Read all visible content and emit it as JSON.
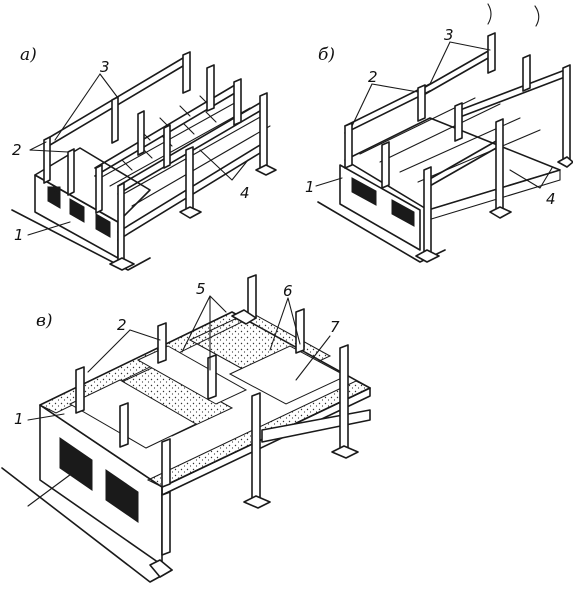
{
  "panels": [
    {
      "id": "a",
      "label": "а)"
    },
    {
      "id": "b",
      "label": "б)"
    },
    {
      "id": "v",
      "label": "в)"
    }
  ],
  "callouts": {
    "a": [
      "1",
      "2",
      "3",
      "4"
    ],
    "b": [
      "1",
      "2",
      "3",
      "4"
    ],
    "v": [
      "1",
      "2",
      "5",
      "6",
      "7"
    ]
  },
  "colors": {
    "ink": "#1a1a1a",
    "paper": "#ffffff"
  }
}
